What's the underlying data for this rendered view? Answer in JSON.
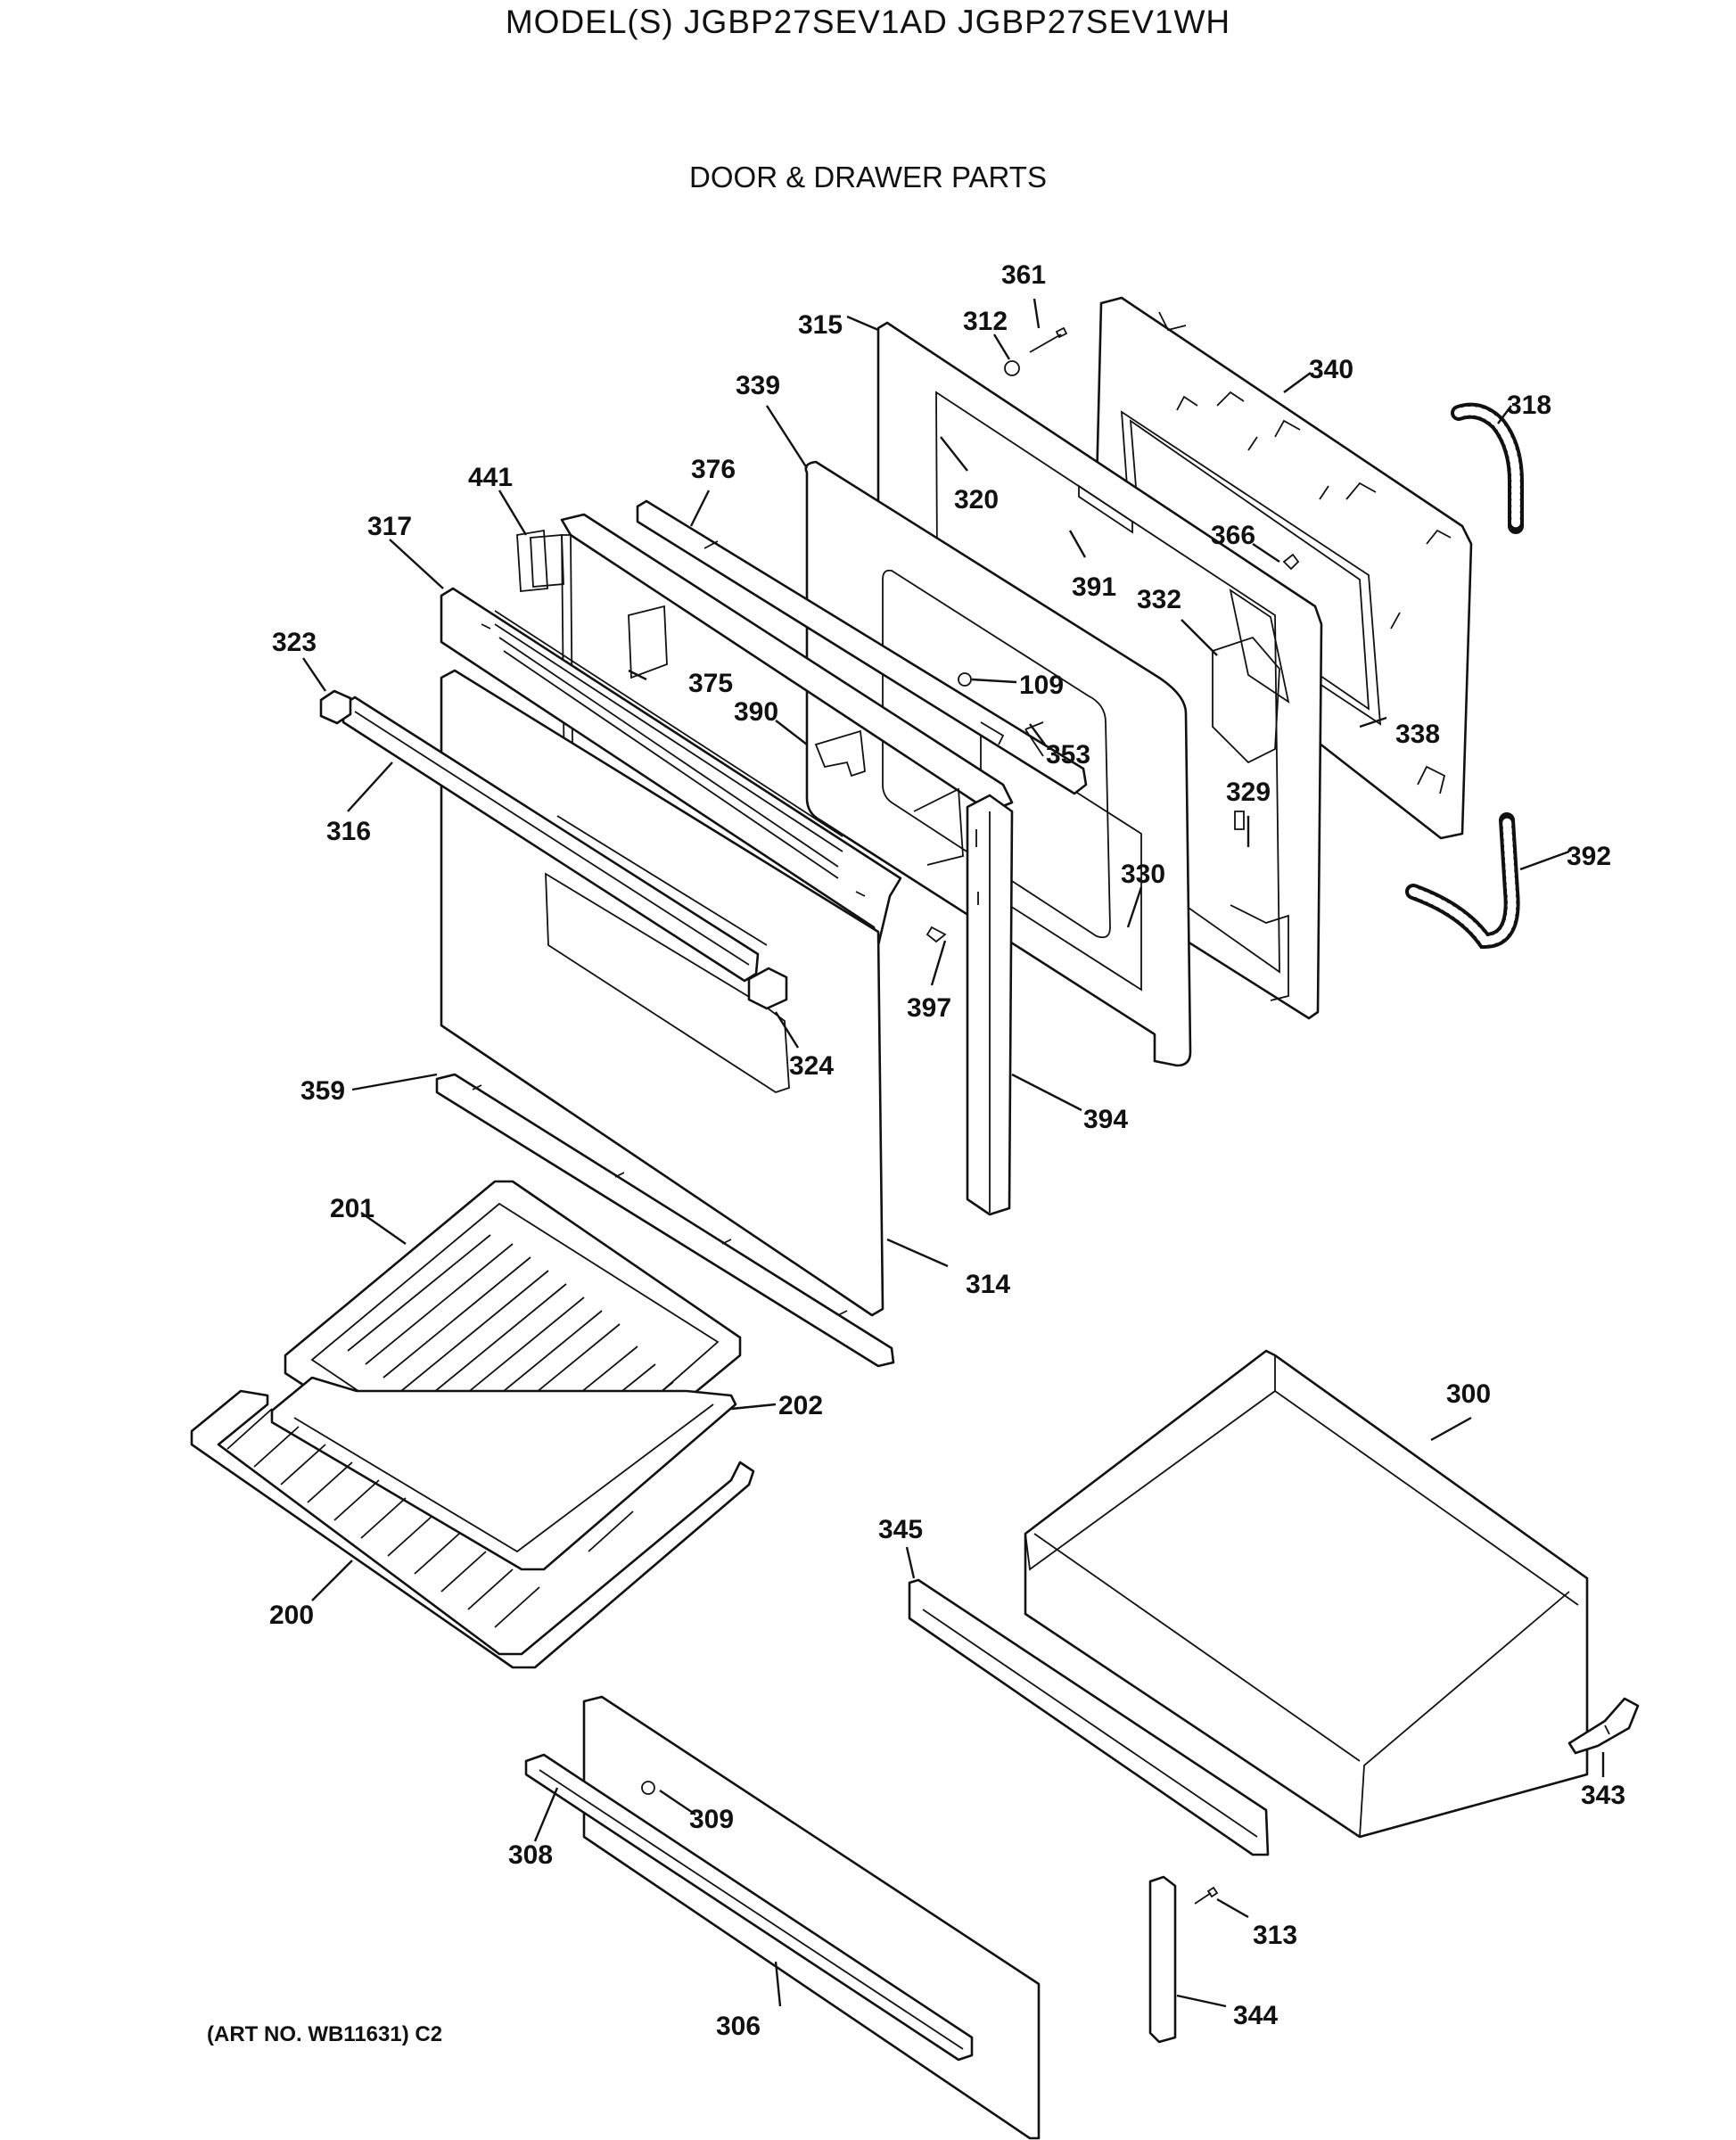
{
  "header": {
    "model_line": "MODEL(S) JGBP27SEV1AD  JGBP27SEV1WH",
    "section_title": "DOOR & DRAWER PARTS"
  },
  "footer": {
    "art_number": "(ART NO. WB11631) C2"
  },
  "callouts": {
    "c361": "361",
    "c315": "315",
    "c312": "312",
    "c340": "340",
    "c318": "318",
    "c339": "339",
    "c441": "441",
    "c376": "376",
    "c320": "320",
    "c317": "317",
    "c366": "366",
    "c391": "391",
    "c332": "332",
    "c323": "323",
    "c375": "375",
    "c109": "109",
    "c390": "390",
    "c338": "338",
    "c353": "353",
    "c316": "316",
    "c329": "329",
    "c392": "392",
    "c330": "330",
    "c397": "397",
    "c324": "324",
    "c359": "359",
    "c394": "394",
    "c201": "201",
    "c314": "314",
    "c300": "300",
    "c202": "202",
    "c345": "345",
    "c200": "200",
    "c343": "343",
    "c309": "309",
    "c308": "308",
    "c313": "313",
    "c306": "306",
    "c344": "344"
  }
}
